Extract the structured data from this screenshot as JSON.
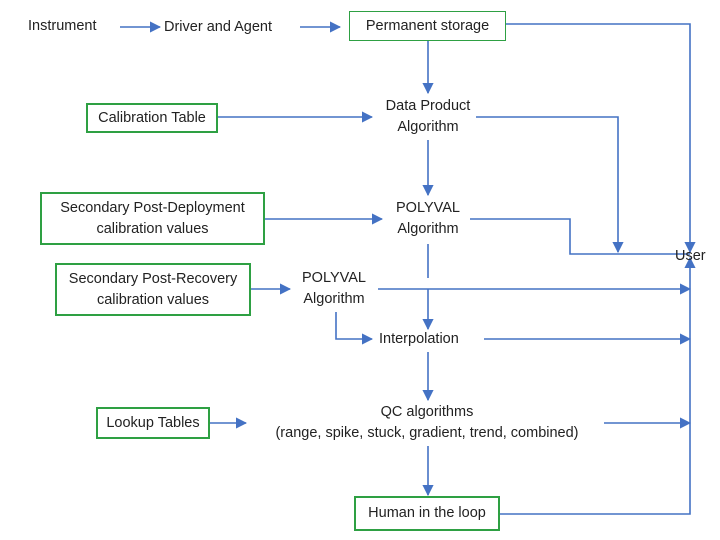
{
  "nodes": {
    "instrument": "Instrument",
    "driver_agent": "Driver and  Agent",
    "permanent_storage": "Permanent storage",
    "calibration_table": "Calibration Table",
    "data_product_algorithm": [
      "Data Product",
      "Algorithm"
    ],
    "secondary_post_deployment": [
      "Secondary Post-Deployment",
      "calibration values"
    ],
    "polyval_algorithm_1": [
      "POLYVAL",
      "Algorithm"
    ],
    "user": "User",
    "secondary_post_recovery": [
      "Secondary Post-Recovery",
      "calibration values"
    ],
    "polyval_algorithm_2": [
      "POLYVAL",
      "Algorithm"
    ],
    "interpolation": "Interpolation",
    "lookup_tables": "Lookup Tables",
    "qc_algorithms": [
      "QC algorithms",
      "(range, spike, stuck, gradient, trend, combined)"
    ],
    "human_in_the_loop": "Human in the loop"
  },
  "colors": {
    "arrow": "#4472c4",
    "box_border": "#2ea043",
    "text": "#222222"
  }
}
